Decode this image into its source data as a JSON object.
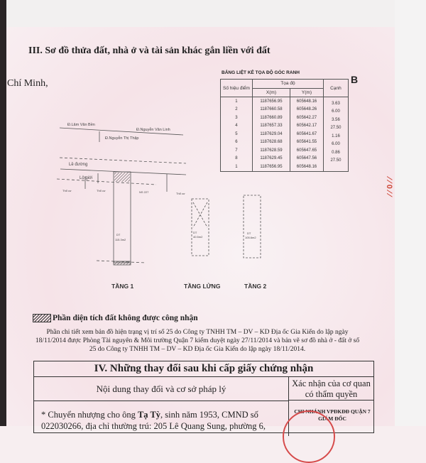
{
  "section3": {
    "title": "III. Sơ đồ thửa đất, nhà ở và tài sản khác gắn liền với đất",
    "city_fragment": "Chí Minh,"
  },
  "coord_table": {
    "title": "BẢNG LIỆT KÊ TỌA ĐỘ GÓC RANH",
    "headers": {
      "point": "Số hiệu điểm",
      "coords": "Tọa độ",
      "x": "X(m)",
      "y": "Y(m)",
      "edge": "Cạnh"
    },
    "rows": [
      {
        "p": "1",
        "x": "1187656.95",
        "y": "605648.16"
      },
      {
        "p": "2",
        "x": "1187660.58",
        "y": "605648.26"
      },
      {
        "p": "3",
        "x": "1187660.89",
        "y": "605642.27"
      },
      {
        "p": "4",
        "x": "1187657.33",
        "y": "605642.17"
      },
      {
        "p": "5",
        "x": "1187629.04",
        "y": "605641.67"
      },
      {
        "p": "6",
        "x": "1187628.68",
        "y": "605641.55"
      },
      {
        "p": "7",
        "x": "1187628.59",
        "y": "605647.65"
      },
      {
        "p": "8",
        "x": "1187629.45",
        "y": "605647.56"
      },
      {
        "p": "1",
        "x": "1187656.95",
        "y": "605648.16"
      }
    ],
    "edges": [
      "3.63",
      "6.00",
      "3.56",
      "27.50",
      "1.16",
      "6.00",
      "0.86",
      "27.50"
    ]
  },
  "side_mark": "B",
  "map": {
    "street1": "Đ.Lâm Văn Bền",
    "street2": "Đ.Nguyễn Văn Linh",
    "street3": "Đ.Nguyễn Thị Thập",
    "road_edge": "Lề đường",
    "setback": "Lộ giới",
    "area1": "115.3m2",
    "area2": "40.5m2",
    "area3": "105.6m2",
    "dt": "DT",
    "neighbor": "Thổ cư",
    "house_no": "NS 227"
  },
  "floors": {
    "f1": "TẦNG 1",
    "mezz": "TẦNG LỬNG",
    "f2": "TẦNG 2"
  },
  "legend": {
    "label": "Phần diện tích đất không được công nhận"
  },
  "note": "Phần chi tiết xem bản đồ hiện trạng vị trí số 25 do Công ty TNHH TM – DV – KD Địa ốc Gia Kiến do lập ngày 18/11/2014 được Phòng Tài nguyên & Môi trường Quận 7 kiểm duyệt ngày 27/11/2014 và bản vẽ sơ đồ nhà ở - đất ở số 25 do Công ty TNHH TM – DV – KD Địa ốc Gia Kiến do lập ngày 18/11/2014.",
  "section4": {
    "title": "IV. Những thay đổi sau khi cấp giấy chứng nhận",
    "col1": "Nội dung thay đổi và cơ sở pháp lý",
    "col2": "Xác nhận của cơ quan có thẩm quyền",
    "entry_pre": "* Chuyển nhượng cho ông ",
    "entry_name": "Tạ Tỳ",
    "entry_post": ", sinh năm 1953, CMND số 022030266, địa chỉ thường trú: 205 Lê Quang Sung, phường 6,",
    "signer_org": "CHI NHÁNH VPĐKĐĐ QUẬN 7",
    "signer_title": "GIÁM ĐỐC"
  },
  "colors": {
    "paper": "#f7eef0",
    "stamp": "#d64a4a",
    "ink": "#222222"
  }
}
